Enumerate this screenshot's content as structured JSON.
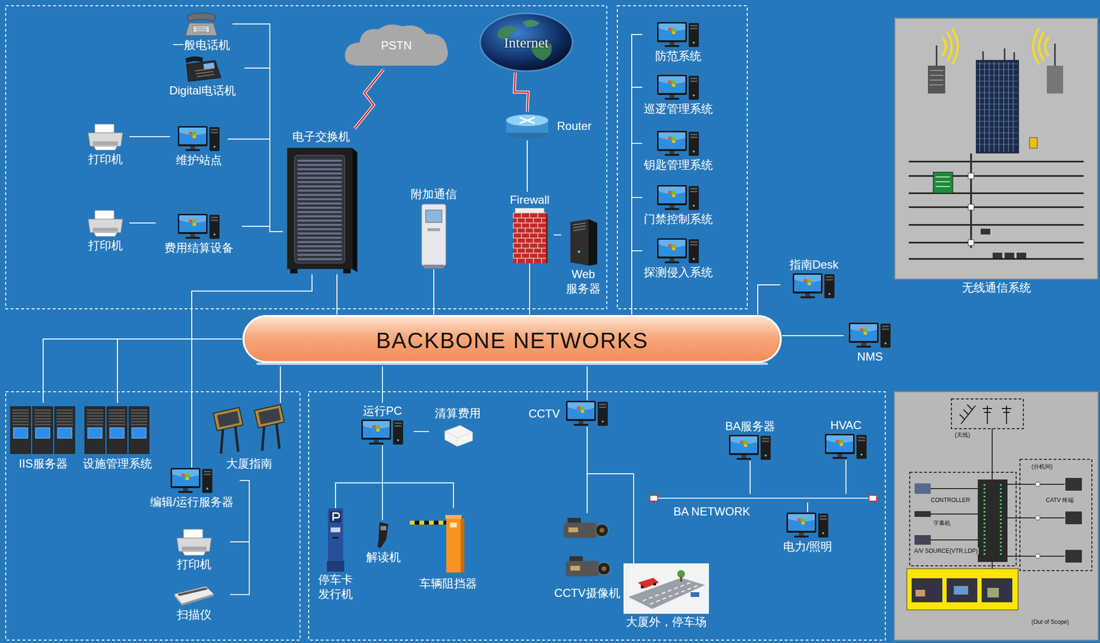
{
  "diagram": {
    "nodes": [
      {
        "text": [
          "PSTN"
        ]
      },
      {
        "text": [
          "Internet"
        ]
      },
      {
        "text": [
          "一般电话机"
        ]
      },
      {
        "text": [
          "Digital电话机"
        ]
      },
      {
        "text": [
          "电子交换机"
        ]
      },
      {
        "text": [
          "Router"
        ]
      },
      {
        "text": [
          "打印机"
        ]
      },
      {
        "text": [
          "维护站点"
        ]
      },
      {
        "text": [
          "附加通信"
        ]
      },
      {
        "text": [
          "Firewall"
        ]
      },
      {
        "text": [
          "打印机"
        ]
      },
      {
        "text": [
          "费用结算设备"
        ]
      },
      {
        "text": [
          "Web 服务器"
        ]
      },
      {
        "text": [
          "防范系统"
        ]
      },
      {
        "text": [
          "巡逻管理系统"
        ]
      },
      {
        "text": [
          "钥匙管理系统"
        ]
      },
      {
        "text": [
          "门禁控制系统"
        ]
      },
      {
        "text": [
          "探测侵入系统"
        ]
      },
      {
        "text": [
          "无线通信系统"
        ]
      },
      {
        "text": [
          "指南Desk"
        ]
      },
      {
        "text": [
          "BACKBONE NETWORKS"
        ]
      },
      {
        "text": [
          "NMS"
        ]
      },
      {
        "text": [
          "IIS服务器"
        ]
      },
      {
        "text": [
          "设施管理系统"
        ]
      },
      {
        "text": [
          "大厦指南"
        ]
      },
      {
        "text": [
          "编辑/运行服务器"
        ]
      },
      {
        "text": [
          "打印机"
        ]
      },
      {
        "text": [
          "扫描仪"
        ]
      },
      {
        "text": [
          "运行PC"
        ]
      },
      {
        "text": [
          "清算费用"
        ]
      },
      {
        "text": [
          "CCTV"
        ]
      },
      {
        "text": [
          "BA服务器"
        ]
      },
      {
        "text": [
          "HVAC"
        ]
      },
      {
        "text": [
          "BA NETWORK"
        ]
      },
      {
        "text": [
          "停车卡 发行机"
        ]
      },
      {
        "text": [
          "解读机"
        ]
      },
      {
        "text": [
          "车辆阻挡器"
        ]
      },
      {
        "text": [
          "CCTV摄像机"
        ]
      },
      {
        "text": [
          "电力/照明"
        ]
      },
      {
        "text": [
          "大厦外，停车场"
        ]
      }
    ],
    "edges": [
      {
        "from": 2,
        "to": 4,
        "arrow": "none"
      },
      {
        "from": 3,
        "to": 4,
        "arrow": "none"
      },
      {
        "from": 6,
        "to": 7,
        "arrow": "none"
      },
      {
        "from": 7,
        "to": 4,
        "arrow": "none"
      },
      {
        "from": 10,
        "to": 11,
        "arrow": "none"
      },
      {
        "from": 11,
        "to": 4,
        "arrow": "none"
      },
      {
        "from": 0,
        "to": 4,
        "arrow": "none"
      },
      {
        "from": 1,
        "to": 5,
        "arrow": "none"
      },
      {
        "from": 5,
        "to": 9,
        "arrow": "none"
      },
      {
        "from": 9,
        "to": 12,
        "arrow": "none"
      },
      {
        "from": 9,
        "to": 20,
        "arrow": "none"
      },
      {
        "from": 4,
        "to": 20,
        "arrow": "none"
      },
      {
        "from": 8,
        "to": 20,
        "arrow": "none"
      },
      {
        "from": 13,
        "to": 20,
        "arrow": "none"
      },
      {
        "from": 14,
        "to": 20,
        "arrow": "none"
      },
      {
        "from": 15,
        "to": 20,
        "arrow": "none"
      },
      {
        "from": 16,
        "to": 20,
        "arrow": "none"
      },
      {
        "from": 17,
        "to": 20,
        "arrow": "none"
      },
      {
        "from": 19,
        "to": 20,
        "arrow": "none"
      },
      {
        "from": 21,
        "to": 20,
        "arrow": "none"
      },
      {
        "from": 22,
        "to": 20,
        "arrow": "none"
      },
      {
        "from": 23,
        "to": 20,
        "arrow": "none"
      },
      {
        "from": 24,
        "to": 20,
        "arrow": "none"
      },
      {
        "from": 25,
        "to": 4,
        "arrow": "none"
      },
      {
        "from": 25,
        "to": 26,
        "arrow": "none"
      },
      {
        "from": 25,
        "to": 27,
        "arrow": "none"
      },
      {
        "from": 28,
        "to": 20,
        "arrow": "none"
      },
      {
        "from": 28,
        "to": 29,
        "arrow": "none"
      },
      {
        "from": 28,
        "to": 34,
        "arrow": "none"
      },
      {
        "from": 28,
        "to": 35,
        "arrow": "none"
      },
      {
        "from": 28,
        "to": 36,
        "arrow": "none"
      },
      {
        "from": 30,
        "to": 20,
        "arrow": "none"
      },
      {
        "from": 30,
        "to": 37,
        "arrow": "none"
      },
      {
        "from": 30,
        "to": 39,
        "arrow": "none"
      },
      {
        "from": 31,
        "to": 33,
        "arrow": "none"
      },
      {
        "from": 32,
        "to": 33,
        "arrow": "none"
      },
      {
        "from": 38,
        "to": 33,
        "arrow": "none"
      }
    ],
    "labels": [
      "(天线)",
      "CONTROLLER",
      "字幕机",
      "A/V SOURCE(VTR,LDP)",
      "(分机间)",
      "CATV 终端",
      "(Out of Scope)"
    ]
  }
}
